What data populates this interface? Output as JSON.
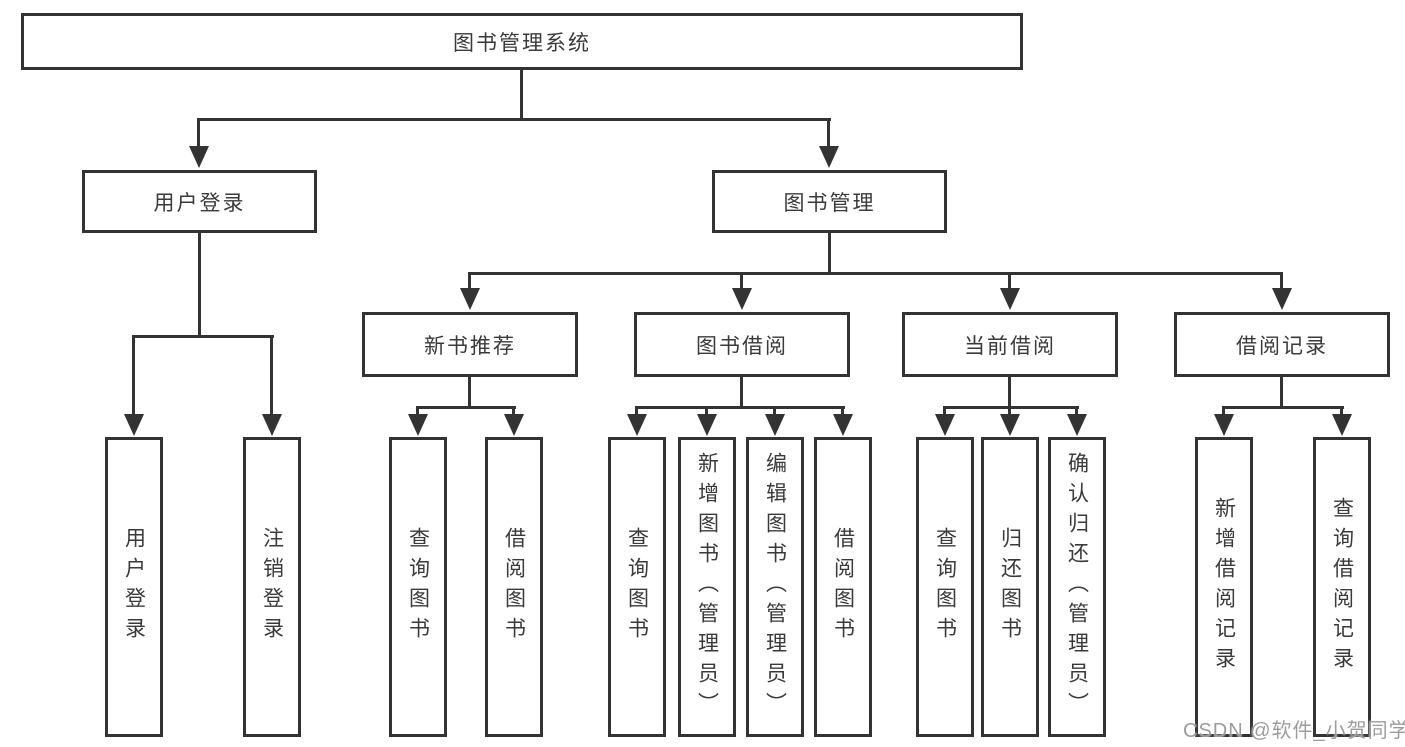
{
  "tree": {
    "root": {
      "label": "图书管理系统"
    },
    "user": {
      "label": "用户登录",
      "children": [
        {
          "label": "用户登录"
        },
        {
          "label": "注销登录"
        }
      ]
    },
    "books": {
      "label": "图书管理",
      "sections": [
        {
          "label": "新书推荐",
          "children": [
            {
              "label": "查询图书"
            },
            {
              "label": "借阅图书"
            }
          ]
        },
        {
          "label": "图书借阅",
          "children": [
            {
              "label": "查询图书"
            },
            {
              "label": "新增图书（管理员）"
            },
            {
              "label": "编辑图书（管理员）"
            },
            {
              "label": "借阅图书"
            }
          ]
        },
        {
          "label": "当前借阅",
          "children": [
            {
              "label": "查询图书"
            },
            {
              "label": "归还图书"
            },
            {
              "label": "确认归还（管理员）"
            }
          ]
        },
        {
          "label": "借阅记录",
          "children": [
            {
              "label": "新增借阅记录"
            },
            {
              "label": "查询借阅记录"
            }
          ]
        }
      ]
    }
  },
  "watermark": "CSDN @软件_小贺同学",
  "colors": {
    "line": "#333333",
    "text": "#3a3a3a",
    "watermark": "#9c9c9c",
    "background": "#ffffff"
  }
}
